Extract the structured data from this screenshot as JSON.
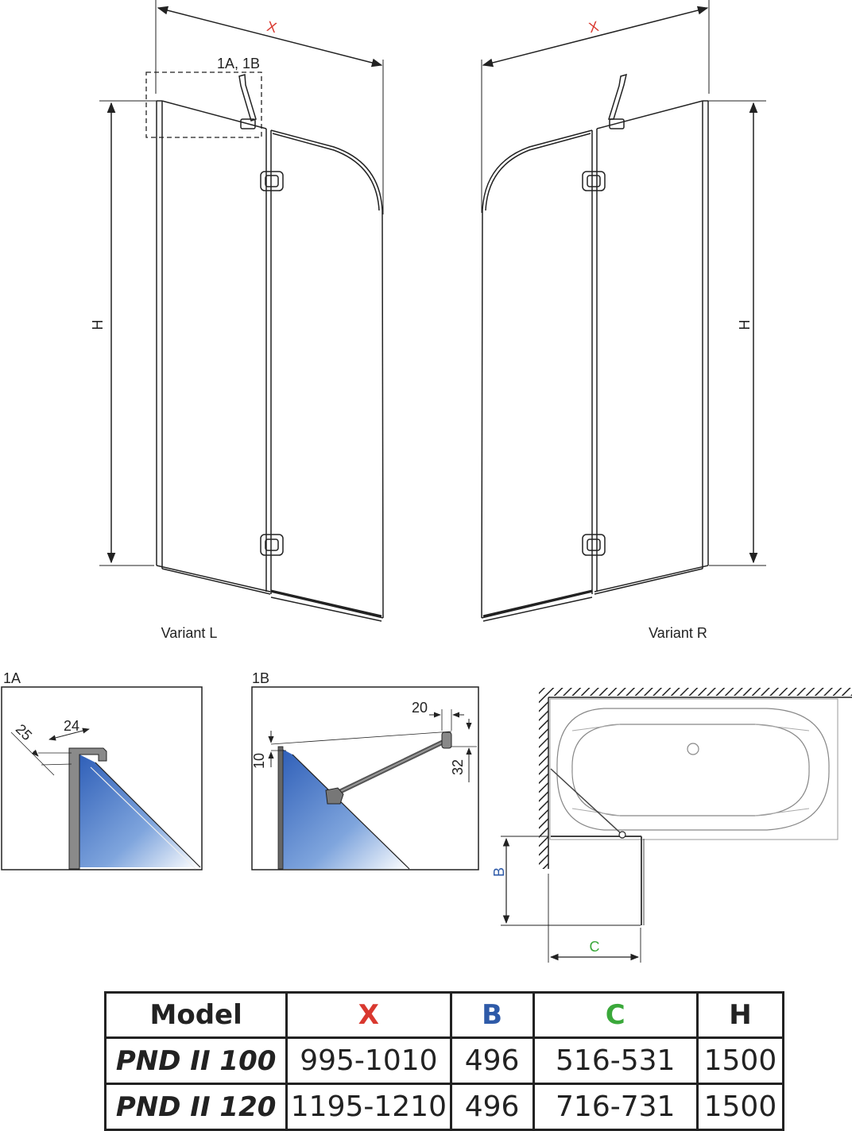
{
  "drawing": {
    "x_label": "X",
    "h_label": "H",
    "b_label": "B",
    "c_label": "C",
    "callout_label": "1A, 1B",
    "variant_left": "Variant L",
    "variant_right": "Variant R",
    "detail_1a_title": "1A",
    "detail_1b_title": "1B",
    "detail_1a_dims": [
      "25",
      "24"
    ],
    "detail_1b_dims": [
      "20",
      "10",
      "32"
    ]
  },
  "colors": {
    "x": "#d9382f",
    "b": "#2e5aa8",
    "c": "#3aa83a",
    "line": "#222222",
    "glass": "#3f6fc2"
  },
  "table": {
    "headers": [
      "Model",
      "X",
      "B",
      "C",
      "H"
    ],
    "rows": [
      [
        "PND II 100",
        "995-1010",
        "496",
        "516-531",
        "1500"
      ],
      [
        "PND II 120",
        "1195-1210",
        "496",
        "716-731",
        "1500"
      ]
    ]
  }
}
